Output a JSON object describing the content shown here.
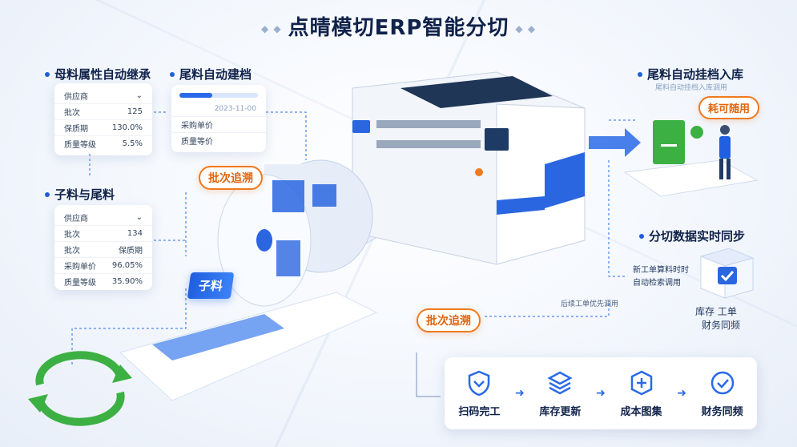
{
  "title": "点晴模切ERP智能分切",
  "left": {
    "s1_title": "母料属性自动继承",
    "s1_rows": [
      {
        "k": "供应商",
        "v": ""
      },
      {
        "k": "批次",
        "v": "125"
      },
      {
        "k": "保质期",
        "v": "130.0%"
      },
      {
        "k": "质量等级",
        "v": "5.5%"
      }
    ],
    "s2_title": "子料与尾料",
    "s2_rows": [
      {
        "k": "供应商",
        "v": ""
      },
      {
        "k": "批次",
        "v": "134"
      },
      {
        "k": "批次",
        "v": "保质期"
      },
      {
        "k": "采购单价",
        "v": "96.05%"
      },
      {
        "k": "质量等级",
        "v": "35.90%"
      }
    ]
  },
  "mid": {
    "s3_title": "尾料自动建档",
    "s3_rows": [
      {
        "k": "",
        "v": "2023-11-00"
      },
      {
        "k": "采购单价",
        "v": ""
      },
      {
        "k": "质量等价",
        "v": ""
      }
    ],
    "badge_trace_1": "批次追溯",
    "badge_trace_2": "批次追溯",
    "badge_child": "子料",
    "note_priority": "后续工单优先调用"
  },
  "right": {
    "s4_title": "尾料自动挂档入库",
    "s4_sub": "尾料自动挂档入库调用",
    "badge_usable": "耗可随用",
    "s5_title": "分切数据实时同步",
    "s5_line1": "新工单算料时时",
    "s5_line2": "自动检索调用",
    "s5_out1": "库存 工单",
    "s5_out2": "财务同频"
  },
  "flow": {
    "steps": [
      "扫码完工",
      "库存更新",
      "成本图集",
      "财务同频"
    ],
    "icons": [
      "shield-check-icon",
      "layers-icon",
      "plus-shield-icon",
      "finance-check-icon"
    ]
  },
  "colors": {
    "accent": "#1d5fd6",
    "orange": "#f07a1e",
    "green": "#3cb043"
  }
}
